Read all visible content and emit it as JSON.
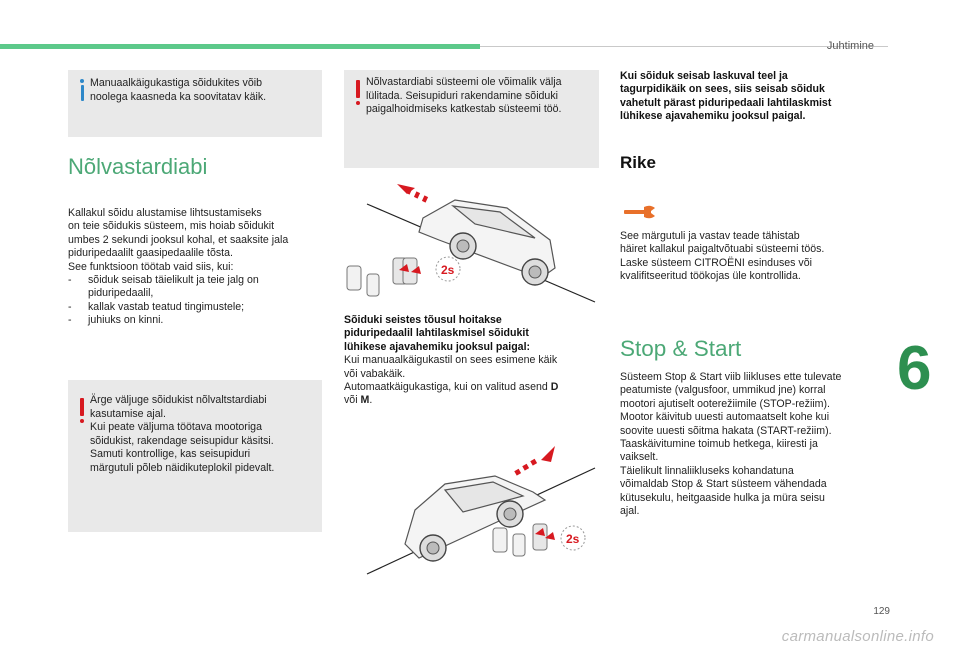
{
  "header": {
    "section": "Juhtimine"
  },
  "chapter": {
    "number": "6"
  },
  "page": {
    "number": "129",
    "watermark": "carmanualsonline.info"
  },
  "left": {
    "info_box": "Manuaalkäigukastiga sõidukites võib noolega kaasneda ka soovitatav käik.",
    "heading": "Nõlvastardiabi",
    "intro_lines": [
      "Kallakul sõidu alustamise lihtsustamiseks",
      "on teie sõidukis süsteem, mis hoiab sõidukit",
      "umbes 2 sekundi jooksul kohal, et saaksite jala",
      "piduripedaalilt gaasipedaalile tõsta.",
      "See funktsioon töötab vaid siis, kui:"
    ],
    "conditions": [
      {
        "line1": "sõiduk seisab täielikult ja teie jalg on",
        "line2": "piduripedaalil,"
      },
      {
        "line1": "kallak vastab teatud tingimustele;",
        "line2": ""
      },
      {
        "line1": "juhiuks on kinni.",
        "line2": ""
      }
    ],
    "warning_box": [
      "Ärge väljuge sõidukist nõlvaltstardiabi",
      "kasutamise ajal.",
      "Kui peate väljuma töötava mootoriga",
      "sõidukist, rakendage seisupidur käsitsi.",
      "Samuti kontrollige, kas seisupiduri",
      "märgutuli põleb näidikuteplokil pidevalt."
    ]
  },
  "middle": {
    "warning_box": [
      "Nõlvastardiabi süsteemi ole võimalik välja",
      "lülitada. Seisupiduri rakendamine sõiduki",
      "paigalhoidmiseks katkestab süsteemi töö."
    ],
    "figure_badge": "2s",
    "caption_bold": [
      "Sõiduki seistes tõusul hoitakse",
      "piduripedaalil lahtilaskmisel sõidukit",
      "lühikese ajavahemiku jooksul paigal:"
    ],
    "caption_lines": [
      "Kui manuaalkäigukastil on sees esimene käik",
      "või vabakäik."
    ],
    "auto_prefix": "Automaatkäigukastiga, kui on valitud asend ",
    "auto_d": "D",
    "auto_mid": "",
    "auto_or": "või ",
    "auto_m": "M",
    "auto_end": "."
  },
  "right": {
    "bold_lines": [
      "Kui sõiduk seisab laskuval teel ja",
      "tagurpidikäik on sees, siis seisab sõiduk",
      "vahetult pärast piduripedaali lahtilaskmist",
      "lühikese ajavahemiku jooksul paigal."
    ],
    "rike_heading": "Rike",
    "rike_icon": "wrench-icon",
    "rike_lines": [
      "See märgutuli ja vastav teade tähistab",
      "häiret kallakul paigaltvõtuabi süsteemi töös.",
      "Laske süsteem CITROËNI esinduses või",
      "kvalifitseeritud töökojas üle kontrollida."
    ],
    "ss_heading": "Stop & Start",
    "ss_lines": [
      "Süsteem Stop & Start viib liikluses ette tulevate",
      "peatumiste (valgusfoor, ummikud jne) korral",
      "mootori ajutiselt ooterežiimile (STOP-režiim).",
      "Mootor käivitub uuesti automaatselt kohe kui",
      "soovite uuesti sõitma hakata (START-režiim).",
      "Taaskäivitumine toimub hetkega, kiiresti ja",
      "vaikselt.",
      "Täielikult linnaliikluseks kohandatuna",
      "võimaldab Stop & Start süsteem vähendada",
      "kütusekulu, heitgaaside hulka ja müra seisu",
      "ajal."
    ]
  },
  "colors": {
    "accent_green": "#4ca876",
    "bar_green": "#5cc98a",
    "warning_red": "#d71920",
    "info_blue": "#2e88c9",
    "icon_orange": "#e8702a"
  }
}
